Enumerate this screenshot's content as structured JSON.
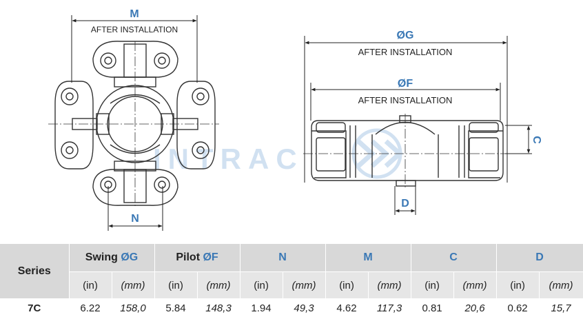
{
  "drawing": {
    "left_view": {
      "label_top": "M",
      "note_top": "AFTER INSTALLATION",
      "label_bottom": "N"
    },
    "right_view": {
      "label_g": "ØG",
      "note_g": "AFTER INSTALLATION",
      "label_f": "ØF",
      "note_f": "AFTER INSTALLATION",
      "label_c": "C",
      "label_d": "D"
    },
    "watermark": "INTRAC",
    "colors": {
      "line": "#333333",
      "dim": "#222222",
      "accent": "#3a78b5",
      "watermark": "#c9dcef"
    }
  },
  "table": {
    "series_header": "Series",
    "headers": [
      {
        "pre": "Swing ",
        "accent": "ØG"
      },
      {
        "pre": "Pilot ",
        "accent": "ØF"
      },
      {
        "pre": "",
        "accent": "N"
      },
      {
        "pre": "",
        "accent": "M"
      },
      {
        "pre": "",
        "accent": "C"
      },
      {
        "pre": "",
        "accent": "D"
      }
    ],
    "units": {
      "in": "(in)",
      "mm": "(mm)"
    },
    "rows": [
      {
        "series": "7C",
        "values": [
          "6.22",
          "158,0",
          "5.84",
          "148,3",
          "1.94",
          "49,3",
          "4.62",
          "117,3",
          "0.81",
          "20,6",
          "0.62",
          "15,7"
        ]
      }
    ]
  }
}
